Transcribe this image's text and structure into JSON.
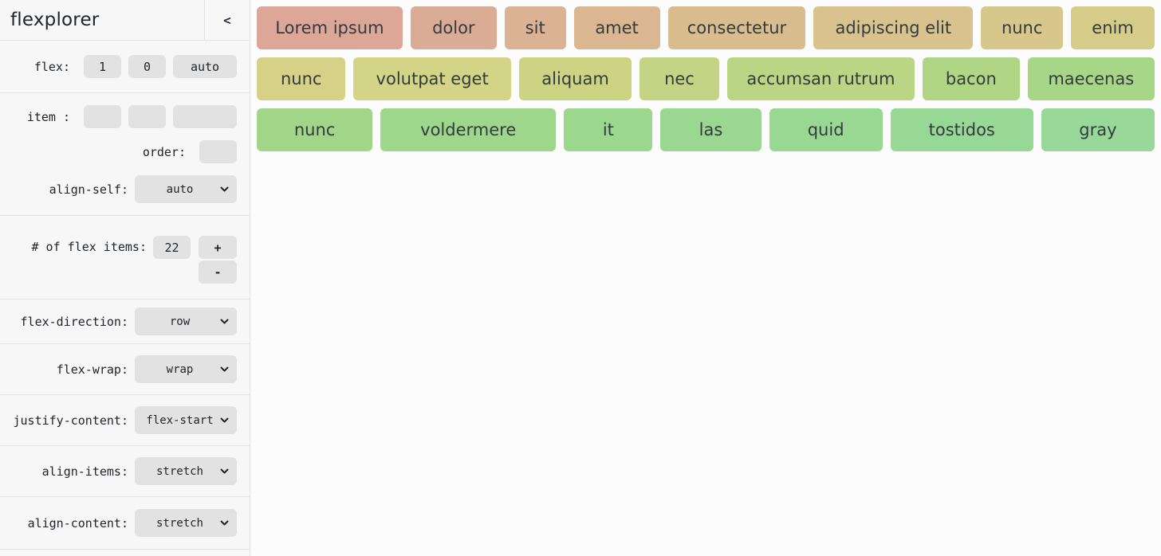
{
  "sidebar": {
    "title": "flexplorer",
    "collapse_label": "<",
    "flex": {
      "label": "flex:",
      "grow": "1",
      "shrink": "0",
      "basis": "auto"
    },
    "item": {
      "label": "item :",
      "grow": "",
      "shrink": "",
      "basis": ""
    },
    "order": {
      "label": "order:",
      "value": ""
    },
    "align_self": {
      "label": "align-self:",
      "value": "auto"
    },
    "count": {
      "label": "# of flex items:",
      "value": "22",
      "increment_label": "+",
      "decrement_label": "-"
    },
    "flex_direction": {
      "label": "flex-direction:",
      "value": "row"
    },
    "flex_wrap": {
      "label": "flex-wrap:",
      "value": "wrap"
    },
    "justify_content": {
      "label": "justify-content:",
      "value": "flex-start"
    },
    "align_items": {
      "label": "align-items:",
      "value": "stretch"
    },
    "align_content": {
      "label": "align-content:",
      "value": "stretch"
    }
  },
  "main": {
    "items": [
      {
        "label": "Lorem ipsum",
        "color": "#dca797",
        "basis": 170
      },
      {
        "label": "dolor",
        "color": "#dbac95",
        "basis": 95
      },
      {
        "label": "sit",
        "color": "#dbb294",
        "basis": 64
      },
      {
        "label": "amet",
        "color": "#dab791",
        "basis": 95
      },
      {
        "label": "consectetur",
        "color": "#d9bd8f",
        "basis": 160
      },
      {
        "label": "adipiscing elit",
        "color": "#d8c28d",
        "basis": 187
      },
      {
        "label": "nunc",
        "color": "#d7c78b",
        "basis": 90
      },
      {
        "label": "enim",
        "color": "#d6cc89",
        "basis": 92
      },
      {
        "label": "nunc",
        "color": "#d5d187",
        "basis": 98
      },
      {
        "label": "volutpat eget",
        "color": "#d3d485",
        "basis": 184
      },
      {
        "label": "aliquam",
        "color": "#ccd484",
        "basis": 128
      },
      {
        "label": "nec",
        "color": "#c4d484",
        "basis": 86
      },
      {
        "label": "accumsan rutrum",
        "color": "#bad584",
        "basis": 222
      },
      {
        "label": "bacon",
        "color": "#b0d585",
        "basis": 108
      },
      {
        "label": "maecenas",
        "color": "#a8d687",
        "basis": 146
      },
      {
        "label": "nunc",
        "color": "#a1d689",
        "basis": 129
      },
      {
        "label": "voldermere",
        "color": "#9ed78b",
        "basis": 204
      },
      {
        "label": "it",
        "color": "#9cd78e",
        "basis": 95
      },
      {
        "label": "las",
        "color": "#9ad790",
        "basis": 110
      },
      {
        "label": "quid",
        "color": "#99d893",
        "basis": 126
      },
      {
        "label": "tostidos",
        "color": "#98d896",
        "basis": 163
      },
      {
        "label": "gray",
        "color": "#98d898",
        "basis": 126
      }
    ]
  },
  "colors": {
    "sidebar_bg": "#f7f7f7",
    "panel_border": "#e2e2e2",
    "control_bg": "#e2e2e2",
    "main_bg": "#fcfcfc",
    "item_text": "#343b41",
    "label_text": "#212529"
  }
}
